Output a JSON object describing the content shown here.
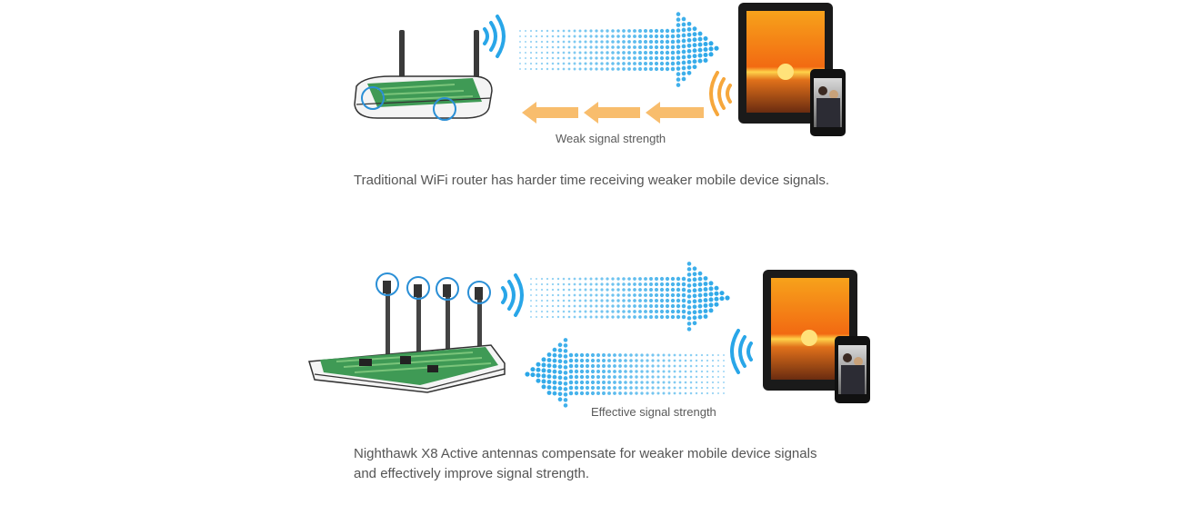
{
  "panels": {
    "traditional": {
      "signal_label": "Weak signal strength",
      "caption": "Traditional WiFi router has harder time receiving weaker mobile device signals."
    },
    "nighthawk": {
      "signal_label": "Effective signal strength",
      "caption_line1": "Nighthawk X8 Active antennas compensate for weaker mobile device signals",
      "caption_line2": "and effectively improve signal strength."
    }
  },
  "colors": {
    "strong_signal": "#29a6e8",
    "weak_signal": "#f6a73c",
    "highlight_ring": "#2a8fd6",
    "circuit_board": "#3f9a55"
  },
  "icons": [
    "router-icon",
    "tablet-icon",
    "phone-icon",
    "wifi-waves-icon",
    "dotted-arrow-icon"
  ]
}
